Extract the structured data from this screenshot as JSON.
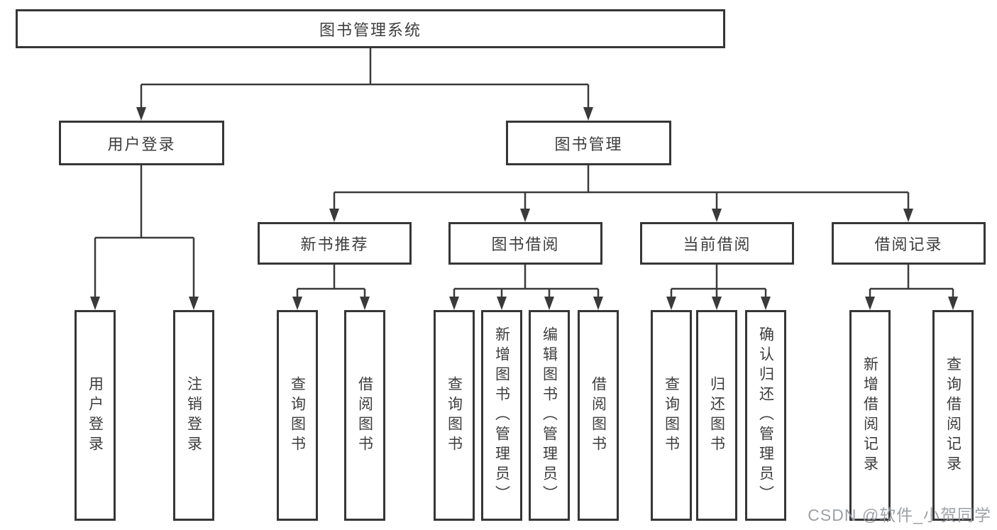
{
  "diagram": {
    "root": {
      "label": "图书管理系统"
    },
    "branches": [
      {
        "label": "用户登录",
        "children": [
          {
            "label": "用户登录"
          },
          {
            "label": "注销登录"
          }
        ]
      },
      {
        "label": "图书管理",
        "children": [
          {
            "label": "新书推荐",
            "children": [
              {
                "label": "查询图书"
              },
              {
                "label": "借阅图书"
              }
            ]
          },
          {
            "label": "图书借阅",
            "children": [
              {
                "label": "查询图书"
              },
              {
                "label": "新增图书（管理员）"
              },
              {
                "label": "编辑图书（管理员）"
              },
              {
                "label": "借阅图书"
              }
            ]
          },
          {
            "label": "当前借阅",
            "children": [
              {
                "label": "查询图书"
              },
              {
                "label": "归还图书"
              },
              {
                "label": "确认归还（管理员）"
              }
            ]
          },
          {
            "label": "借阅记录",
            "children": [
              {
                "label": "新增借阅记录"
              },
              {
                "label": "查询借阅记录"
              }
            ]
          }
        ]
      }
    ]
  },
  "watermark": {
    "text": "CSDN @软件_小贺同学"
  },
  "colors": {
    "line": "#3a3a3a",
    "border": "#363636",
    "text": "#3d3d3d",
    "background": "#ffffff",
    "watermark": "#989ca1"
  }
}
